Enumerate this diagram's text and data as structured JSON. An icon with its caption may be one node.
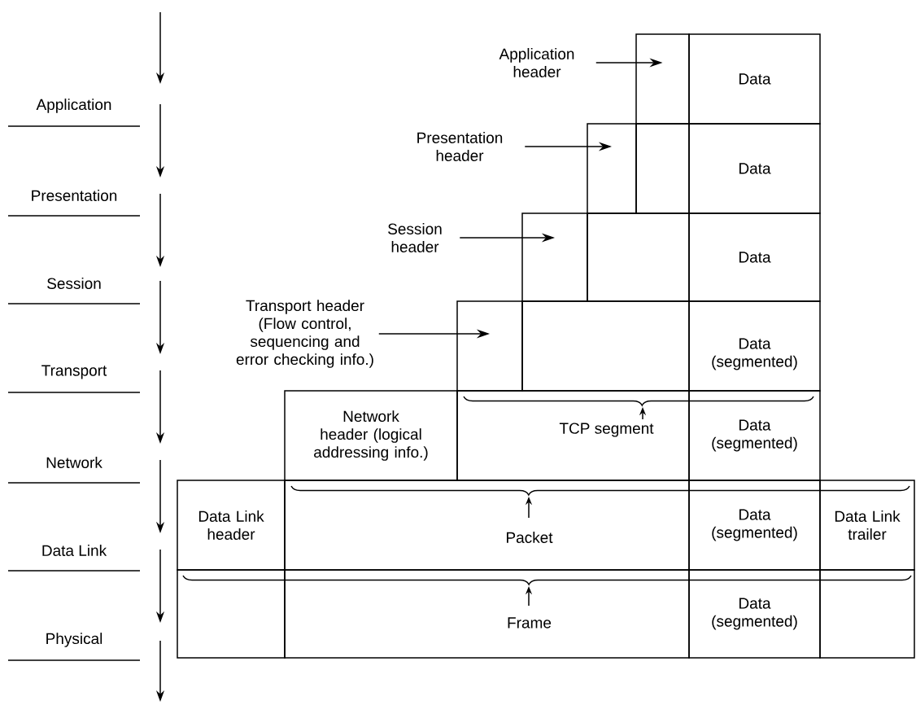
{
  "diagram": {
    "nodes": [
      {
        "text": [
          "Application header"
        ]
      },
      {
        "text": [],
        "shape": "box"
      },
      {
        "text": [
          "Data"
        ]
      },
      {
        "text": [
          "Presentation header"
        ]
      },
      {
        "text": [],
        "shape": "box"
      },
      {
        "text": [],
        "shape": "box"
      },
      {
        "text": [
          "Data"
        ]
      },
      {
        "text": [
          "Session header"
        ]
      },
      {
        "text": [],
        "shape": "box"
      },
      {
        "text": [],
        "shape": "box"
      },
      {
        "text": [
          "Data"
        ]
      },
      {
        "text": [
          "Transport header (Flow control, sequencing and error checking info.)"
        ]
      },
      {
        "text": [],
        "shape": "box"
      },
      {
        "text": [],
        "shape": "box"
      },
      {
        "text": [
          "Data (segmented)"
        ]
      },
      {
        "text": [
          "Network header (logical addressing info.)"
        ]
      },
      {
        "text": [
          "TCP segment"
        ]
      },
      {
        "text": [
          "Data (segmented)"
        ]
      },
      {
        "text": [
          "Data Link header"
        ]
      },
      {
        "text": [
          "Packet"
        ]
      },
      {
        "text": [
          "Data (segmented)"
        ]
      },
      {
        "text": [
          "Data Link trailer"
        ]
      },
      {
        "text": [],
        "shape": "box"
      },
      {
        "text": [
          "Frame"
        ]
      },
      {
        "text": [
          "Data (segmented)"
        ]
      },
      {
        "text": [],
        "shape": "box"
      }
    ],
    "edges": [
      {
        "from": 0,
        "to": 1,
        "arrow": "to"
      },
      {
        "from": 3,
        "to": 4,
        "arrow": "to"
      },
      {
        "from": 7,
        "to": 8,
        "arrow": "to"
      },
      {
        "from": 11,
        "to": 12,
        "arrow": "to"
      }
    ],
    "labels": [
      "Application",
      "Presentation",
      "Session",
      "Transport",
      "Network",
      "Data Link",
      "Physical"
    ]
  }
}
